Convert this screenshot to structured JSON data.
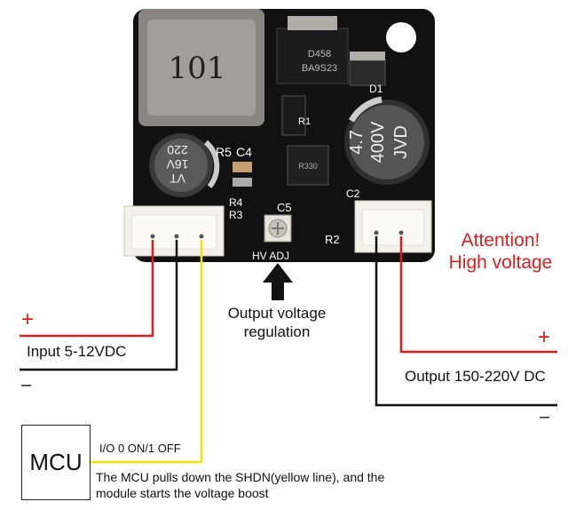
{
  "board": {
    "inductor_code": "101",
    "capacitor_left": {
      "value": "220",
      "voltage": "16V",
      "series": "VT"
    },
    "capacitor_right": {
      "value": "4.7",
      "voltage": "400V",
      "brand": "JVD"
    },
    "chip_top": {
      "line1": "D458",
      "line2": "BA9S23"
    },
    "chip_small": "R330",
    "silkscreen": {
      "r5": "R5",
      "c4": "C4",
      "r1": "R1",
      "d1": "D1",
      "r4": "R4",
      "r3": "R3",
      "c5": "C5",
      "r2": "R2",
      "c2": "C2",
      "adj": "HV ADJ"
    }
  },
  "labels": {
    "attention": "Attention!",
    "high_voltage": "High voltage",
    "input_plus": "+",
    "input_label": "Input 5-12VDC",
    "input_minus": "–",
    "regulation_line1": "Output voltage",
    "regulation_line2": "regulation",
    "output_plus": "+",
    "output_label": "Output 150-220V DC",
    "output_minus": "–",
    "mcu": "MCU",
    "io_label": "I/O  0 ON/1 OFF",
    "note": "The MCU pulls down the SHDN(yellow line), and the module starts the voltage boost"
  },
  "colors": {
    "pcb": "#111111",
    "wire_red": "#e01b1b",
    "wire_black": "#111111",
    "wire_yellow": "#f2e20a",
    "attention": "#e01b1b"
  }
}
